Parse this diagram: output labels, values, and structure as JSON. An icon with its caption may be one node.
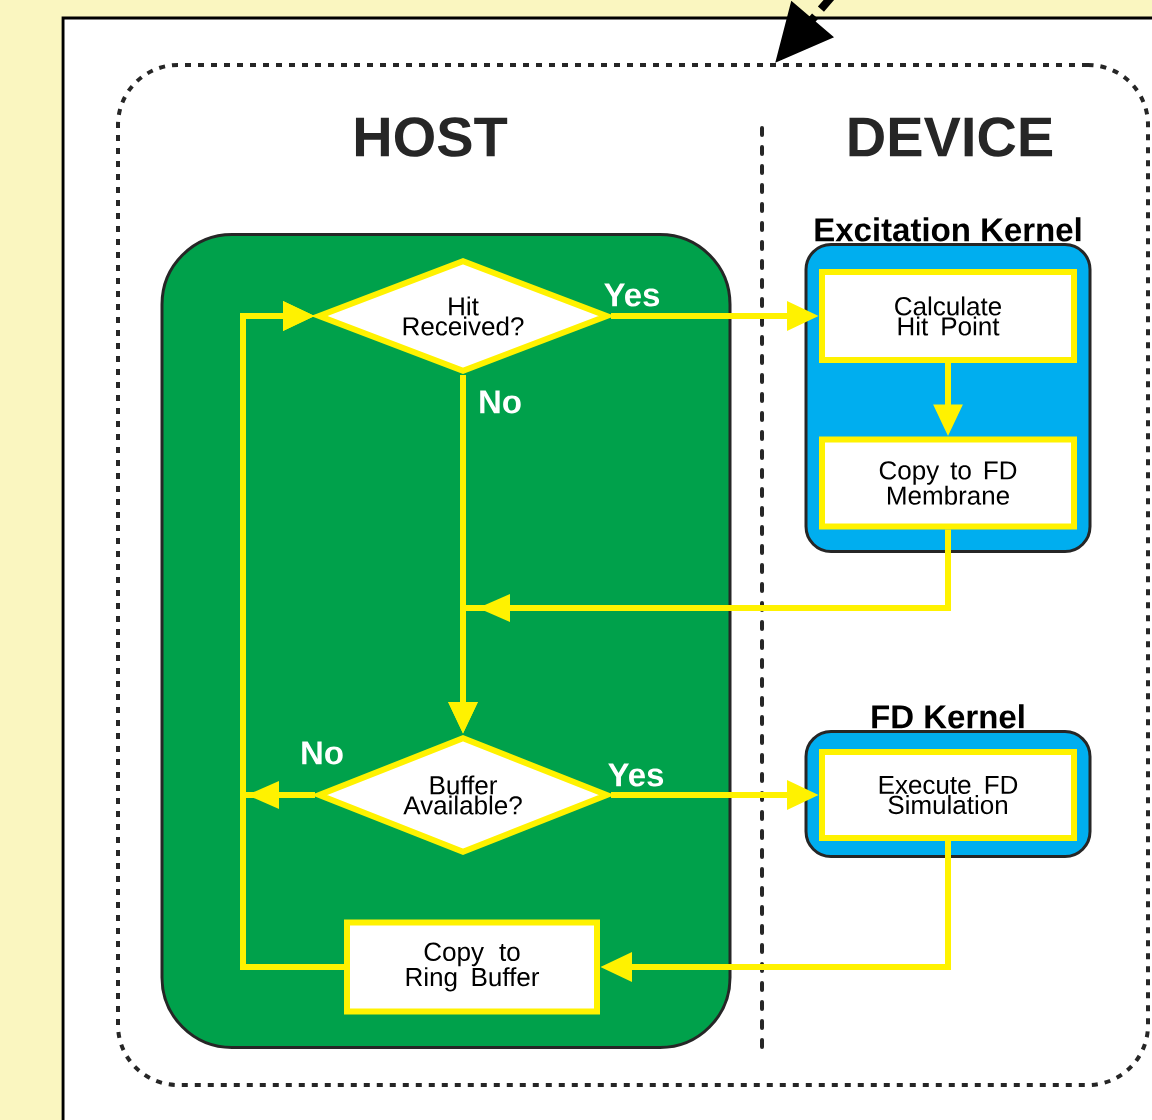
{
  "diagram": {
    "nodes": [
      {
        "text": [],
        "shape": "box"
      },
      {
        "text": [],
        "shape": "box",
        "in": 0
      },
      {
        "text": [
          "Hit Received?"
        ],
        "in": 1
      },
      {
        "text": [
          "Buffer Available?"
        ],
        "in": 1
      },
      {
        "text": [
          "Copy to Ring Buffer"
        ],
        "in": 1
      },
      {
        "text": [
          "Excitation Kernel"
        ],
        "in": 0
      },
      {
        "text": [
          "Calculate Hit Point"
        ],
        "in": 5
      },
      {
        "text": [
          "Copy to FD Membrane"
        ],
        "in": 5
      },
      {
        "text": [
          "FD Kernel"
        ],
        "in": 0
      },
      {
        "text": [
          "Execute FD Simulation"
        ],
        "in": 8
      }
    ],
    "edges": [
      {
        "from": 2,
        "to": 6,
        "arrow": "to",
        "label": "Yes"
      },
      {
        "from": 2,
        "to": 3,
        "arrow": "to",
        "label": "No"
      },
      {
        "from": 6,
        "to": 7,
        "arrow": "to"
      },
      {
        "from": 7,
        "to": 3,
        "arrow": "to"
      },
      {
        "from": 3,
        "to": 9,
        "arrow": "to",
        "label": "Yes"
      },
      {
        "from": 3,
        "to": 2,
        "arrow": "to",
        "label": "No"
      },
      {
        "from": 9,
        "to": 4,
        "arrow": "to"
      },
      {
        "from": 4,
        "to": 2,
        "arrow": "to"
      },
      {
        "from": null,
        "to": 0,
        "arrow": "to",
        "style": "dashed",
        "color": "#000000"
      }
    ],
    "labels": [
      "HOST",
      "DEVICE"
    ]
  }
}
